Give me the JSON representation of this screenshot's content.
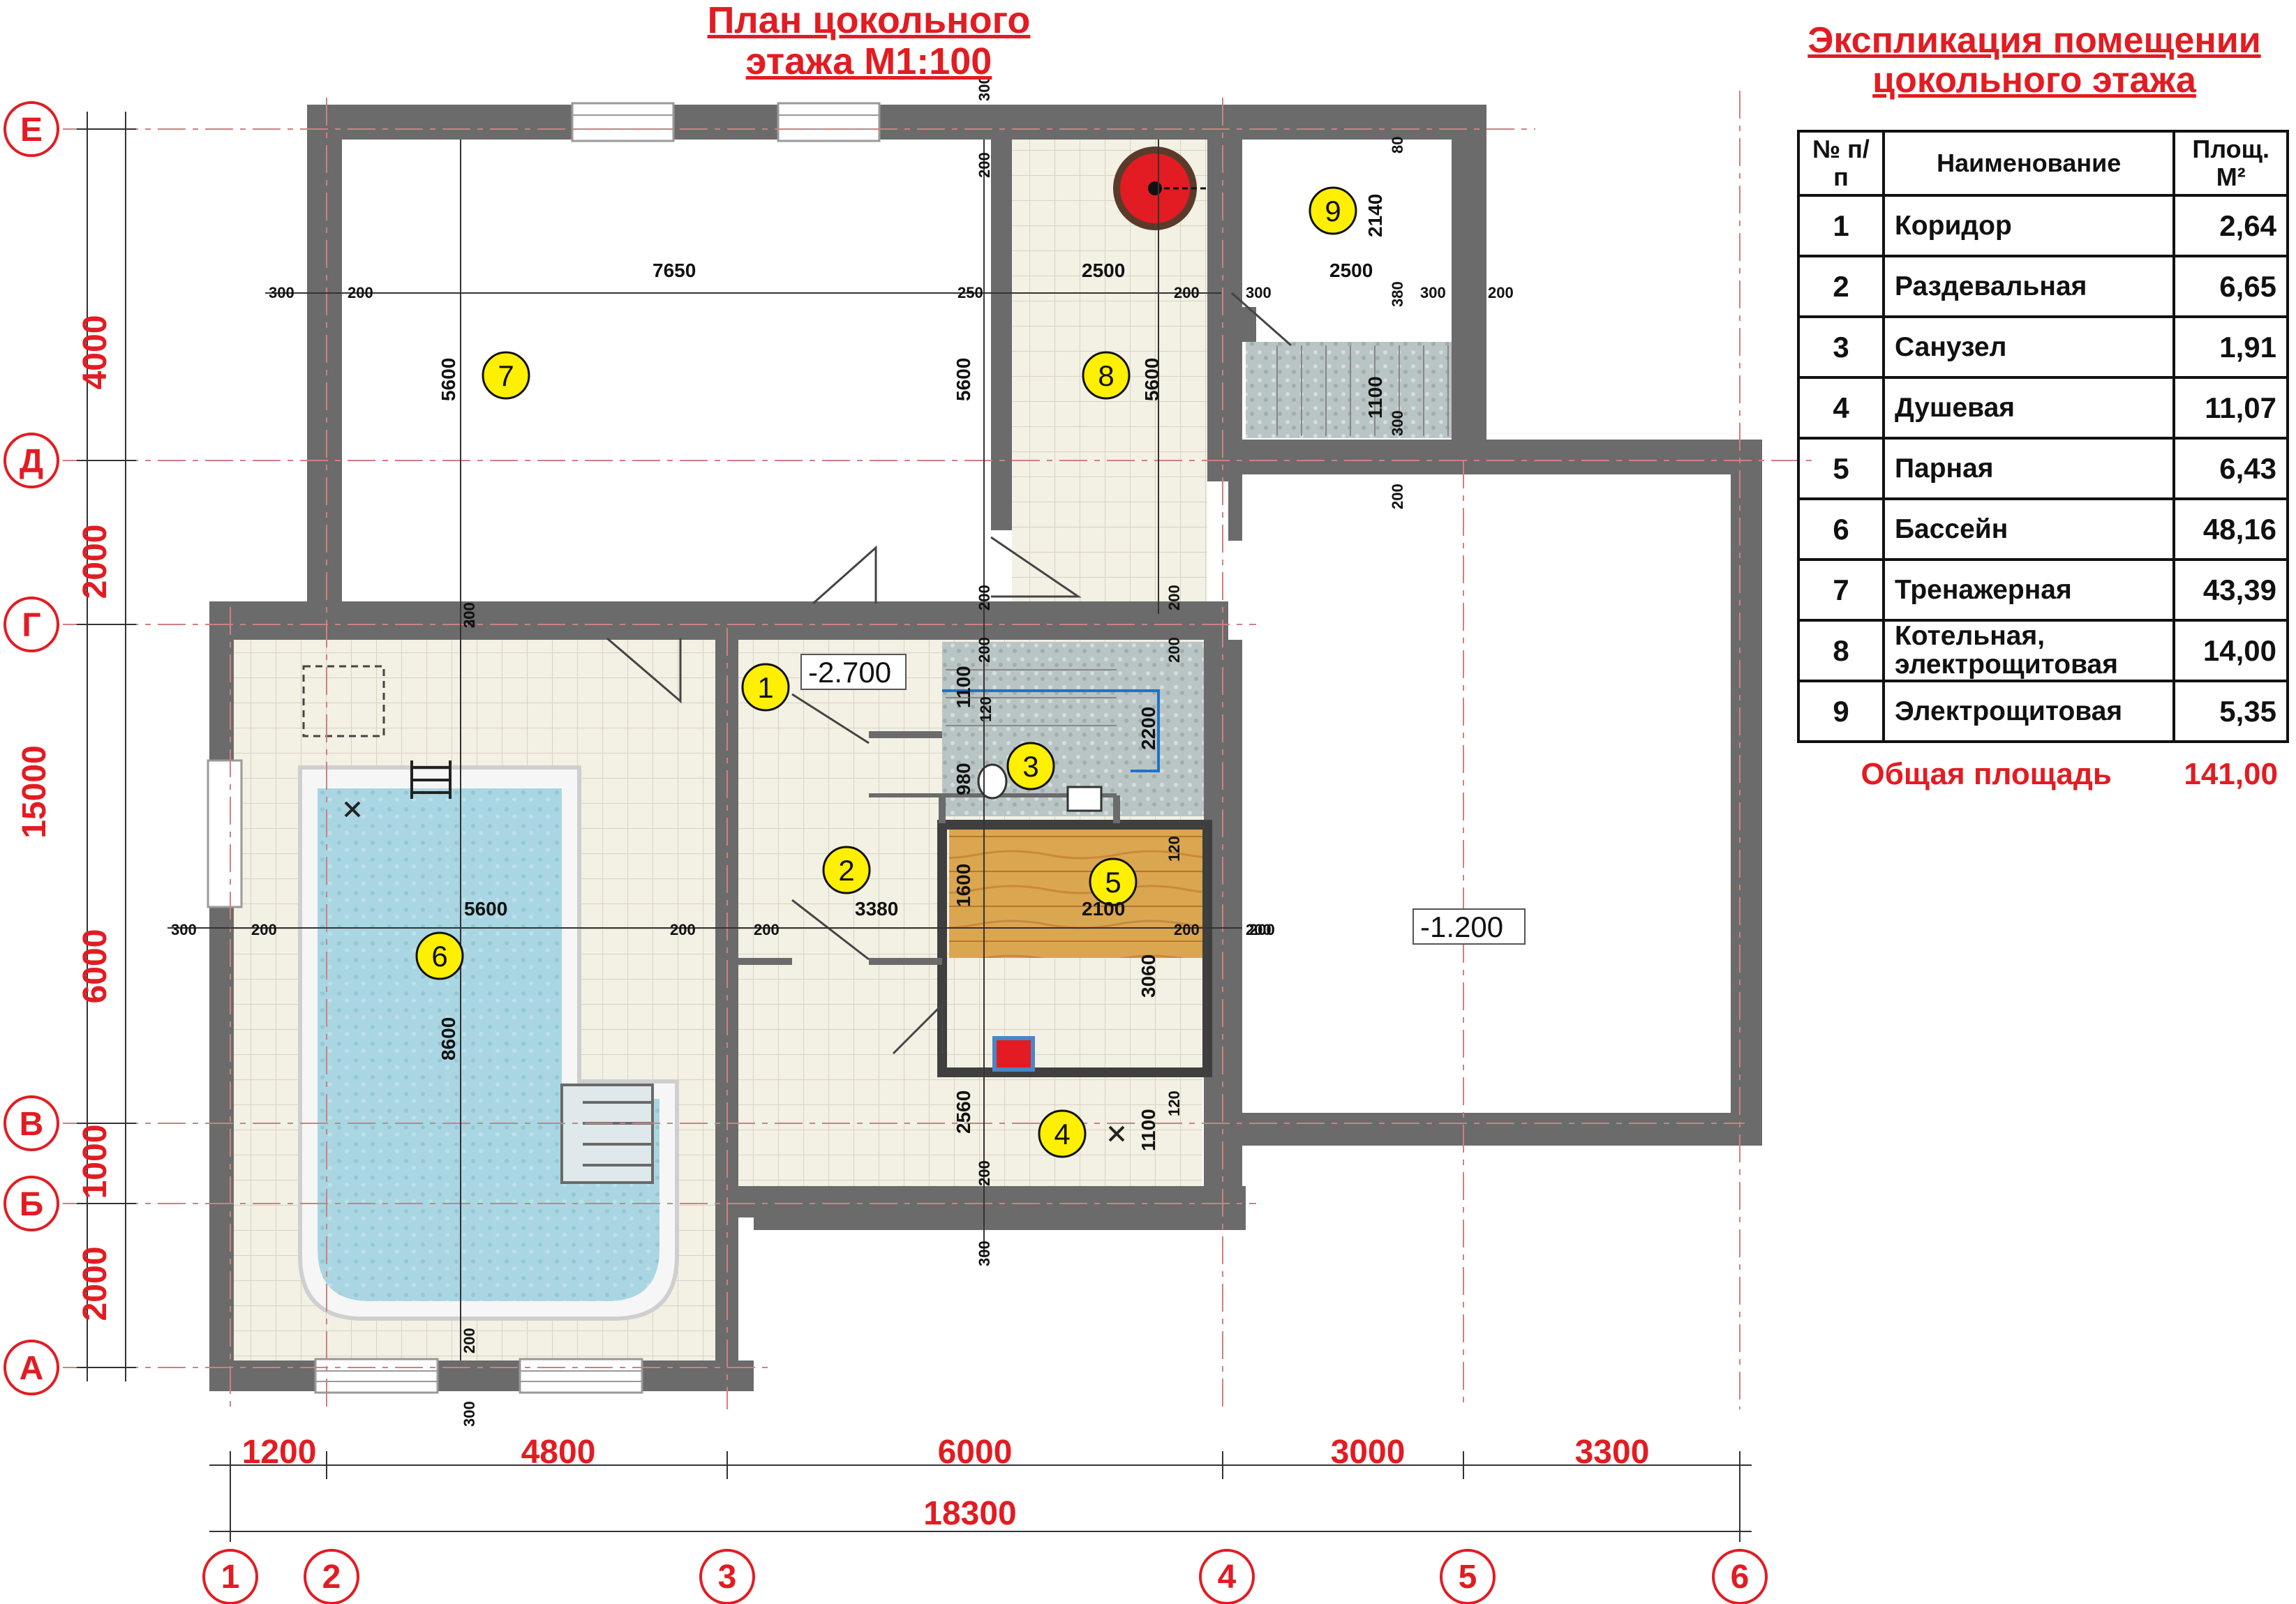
{
  "plan_title_line1": "План цокольного",
  "plan_title_line2": "этажа М1:100",
  "explication": {
    "title_line1": "Экспликация помещении",
    "title_line2": "цокольного этажа",
    "header_num": "№ п/п",
    "header_name": "Наименование",
    "header_area": "Площ. М²",
    "rows": [
      {
        "num": "1",
        "name": "Коридор",
        "area": "2,64"
      },
      {
        "num": "2",
        "name": "Раздевальная",
        "area": "6,65"
      },
      {
        "num": "3",
        "name": "Санузел",
        "area": "1,91"
      },
      {
        "num": "4",
        "name": "Душевая",
        "area": "11,07"
      },
      {
        "num": "5",
        "name": "Парная",
        "area": "6,43"
      },
      {
        "num": "6",
        "name": "Бассейн",
        "area": "48,16"
      },
      {
        "num": "7",
        "name": "Тренажерная",
        "area": "43,39"
      },
      {
        "num": "8",
        "name": "Котельная, электрощитовая",
        "area": "14,00"
      },
      {
        "num": "9",
        "name": "Электрощитовая",
        "area": "5,35"
      }
    ],
    "total_label": "Общая площадь",
    "total_value": "141,00"
  },
  "axes_vertical": [
    "1",
    "2",
    "3",
    "4",
    "5",
    "6"
  ],
  "axes_horizontal": [
    "Е",
    "Д",
    "Г",
    "В",
    "Б",
    "А"
  ],
  "dims_bottom": [
    "1200",
    "4800",
    "6000",
    "3000",
    "3300"
  ],
  "dim_total": "18300",
  "dims_left_outer": [
    "4000",
    "2000",
    "15000",
    "6000",
    "1000",
    "2000"
  ],
  "room_labels": [
    "1",
    "2",
    "3",
    "4",
    "5",
    "6",
    "7",
    "8",
    "9"
  ],
  "level_marks": [
    "-2.700",
    "-1.200"
  ],
  "inner_dims": [
    "7650",
    "5600",
    "5600",
    "2500",
    "5600",
    "2500",
    "2140",
    "1100",
    "5600",
    "8600",
    "3380",
    "2100",
    "1600",
    "3060",
    "2560",
    "1100",
    "2200",
    "1100",
    "980",
    "120",
    "120",
    "120",
    "300",
    "200",
    "250",
    "80",
    "380",
    "300",
    "200",
    "300",
    "200",
    "300",
    "200",
    "200",
    "300",
    "200",
    "300",
    "200",
    "200",
    "300",
    "200",
    "200",
    "200",
    "200",
    "200",
    "200",
    "200",
    "200",
    "200",
    "200",
    "200",
    "300",
    "300"
  ],
  "colors": {
    "accent_red": "#e21c22",
    "wall_gray": "#6b6b6b",
    "water_blue": "#a9d6e2",
    "sauna_wood": "#d8a04a",
    "room_label_yellow": "#ffef00"
  }
}
